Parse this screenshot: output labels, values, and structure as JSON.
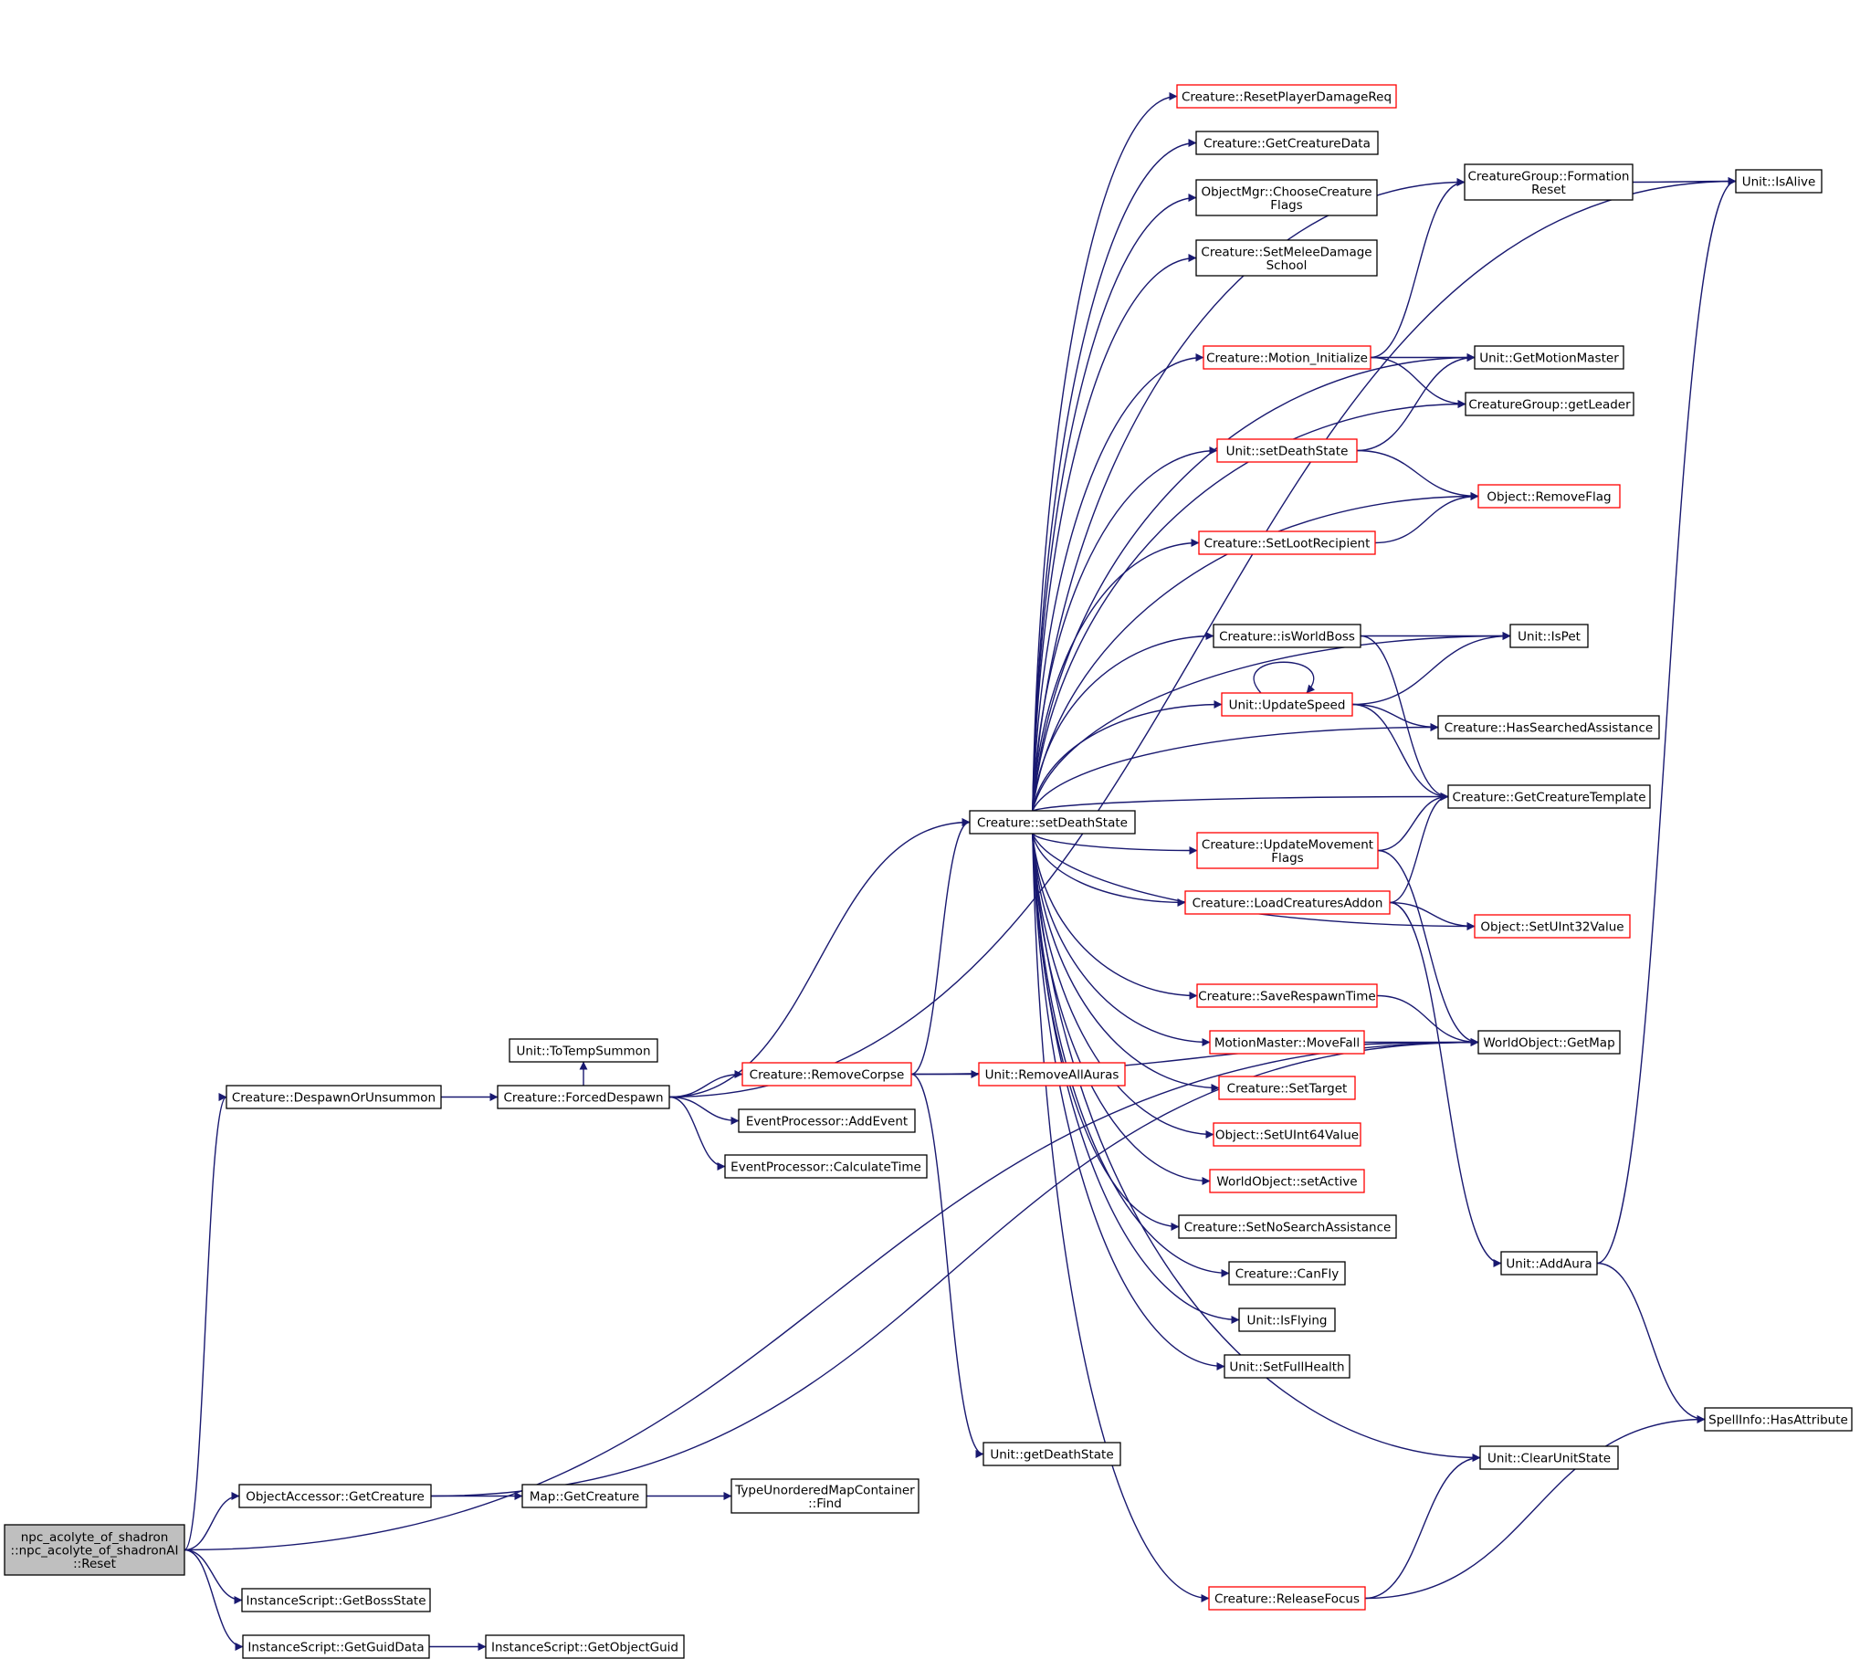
{
  "colors": {
    "edge": "#191970",
    "border": "#000000",
    "highlight": "#ff0000",
    "root_fill": "#bfbfbf"
  },
  "nodes": {
    "root": {
      "lines": [
        "npc_acolyte_of_shadron",
        "::npc_acolyte_of_shadronAI",
        "::Reset"
      ],
      "border": "root"
    },
    "despawn": {
      "lines": [
        "Creature::DespawnOrUnsummon"
      ],
      "border": "black"
    },
    "forced": {
      "lines": [
        "Creature::ForcedDespawn"
      ],
      "border": "black"
    },
    "totemp": {
      "lines": [
        "Unit::ToTempSummon"
      ],
      "border": "black"
    },
    "removecorpse": {
      "lines": [
        "Creature::RemoveCorpse"
      ],
      "border": "red"
    },
    "addevent": {
      "lines": [
        "EventProcessor::AddEvent"
      ],
      "border": "black"
    },
    "calctime": {
      "lines": [
        "EventProcessor::CalculateTime"
      ],
      "border": "black"
    },
    "removeallauras": {
      "lines": [
        "Unit::RemoveAllAuras"
      ],
      "border": "red"
    },
    "setdeathstate": {
      "lines": [
        "Creature::setDeathState"
      ],
      "border": "black"
    },
    "getdeathstate": {
      "lines": [
        "Unit::getDeathState"
      ],
      "border": "black"
    },
    "objaccessor": {
      "lines": [
        "ObjectAccessor::GetCreature"
      ],
      "border": "black"
    },
    "mapgetcreature": {
      "lines": [
        "Map::GetCreature"
      ],
      "border": "black"
    },
    "typefind": {
      "lines": [
        "TypeUnorderedMapContainer",
        "::Find"
      ],
      "border": "black"
    },
    "getbossstate": {
      "lines": [
        "InstanceScript::GetBossState"
      ],
      "border": "black"
    },
    "getguiddata": {
      "lines": [
        "InstanceScript::GetGuidData"
      ],
      "border": "black"
    },
    "getobjectguid": {
      "lines": [
        "InstanceScript::GetObjectGuid"
      ],
      "border": "black"
    },
    "resetplayer": {
      "lines": [
        "Creature::ResetPlayerDamageReq"
      ],
      "border": "red"
    },
    "getcreaturedata": {
      "lines": [
        "Creature::GetCreatureData"
      ],
      "border": "black"
    },
    "choosecreature": {
      "lines": [
        "ObjectMgr::ChooseCreature",
        "Flags"
      ],
      "border": "black"
    },
    "setmelee": {
      "lines": [
        "Creature::SetMeleeDamage",
        "School"
      ],
      "border": "black"
    },
    "motioninit": {
      "lines": [
        "Creature::Motion_Initialize"
      ],
      "border": "red"
    },
    "unitsetdeath": {
      "lines": [
        "Unit::setDeathState"
      ],
      "border": "red"
    },
    "setloot": {
      "lines": [
        "Creature::SetLootRecipient"
      ],
      "border": "red"
    },
    "isworldboss": {
      "lines": [
        "Creature::isWorldBoss"
      ],
      "border": "black"
    },
    "updatespeed": {
      "lines": [
        "Unit::UpdateSpeed"
      ],
      "border": "red"
    },
    "updatemove": {
      "lines": [
        "Creature::UpdateMovement",
        "Flags"
      ],
      "border": "red"
    },
    "loadaddon": {
      "lines": [
        "Creature::LoadCreaturesAddon"
      ],
      "border": "red"
    },
    "saverespawn": {
      "lines": [
        "Creature::SaveRespawnTime"
      ],
      "border": "red"
    },
    "movefall": {
      "lines": [
        "MotionMaster::MoveFall"
      ],
      "border": "red"
    },
    "settarget": {
      "lines": [
        "Creature::SetTarget"
      ],
      "border": "red"
    },
    "setuint64": {
      "lines": [
        "Object::SetUInt64Value"
      ],
      "border": "red"
    },
    "setactive": {
      "lines": [
        "WorldObject::setActive"
      ],
      "border": "red"
    },
    "setnosearch": {
      "lines": [
        "Creature::SetNoSearchAssistance"
      ],
      "border": "black"
    },
    "canfly": {
      "lines": [
        "Creature::CanFly"
      ],
      "border": "black"
    },
    "isflying": {
      "lines": [
        "Unit::IsFlying"
      ],
      "border": "black"
    },
    "setfullhealth": {
      "lines": [
        "Unit::SetFullHealth"
      ],
      "border": "black"
    },
    "releasefocus": {
      "lines": [
        "Creature::ReleaseFocus"
      ],
      "border": "red"
    },
    "formationreset": {
      "lines": [
        "CreatureGroup::Formation",
        "Reset"
      ],
      "border": "black"
    },
    "getmotionmaster": {
      "lines": [
        "Unit::GetMotionMaster"
      ],
      "border": "black"
    },
    "getleader": {
      "lines": [
        "CreatureGroup::getLeader"
      ],
      "border": "black"
    },
    "removeflag": {
      "lines": [
        "Object::RemoveFlag"
      ],
      "border": "red"
    },
    "ispet": {
      "lines": [
        "Unit::IsPet"
      ],
      "border": "black"
    },
    "hassearched": {
      "lines": [
        "Creature::HasSearchedAssistance"
      ],
      "border": "black"
    },
    "getcreaturetemplate": {
      "lines": [
        "Creature::GetCreatureTemplate"
      ],
      "border": "black"
    },
    "setuint32": {
      "lines": [
        "Object::SetUInt32Value"
      ],
      "border": "red"
    },
    "getmap": {
      "lines": [
        "WorldObject::GetMap"
      ],
      "border": "black"
    },
    "addaura": {
      "lines": [
        "Unit::AddAura"
      ],
      "border": "black"
    },
    "clearunitstate": {
      "lines": [
        "Unit::ClearUnitState"
      ],
      "border": "black"
    },
    "isalive": {
      "lines": [
        "Unit::IsAlive"
      ],
      "border": "black"
    },
    "hasattribute": {
      "lines": [
        "SpellInfo::HasAttribute"
      ],
      "border": "black"
    }
  },
  "edges": [
    [
      "root",
      "despawn"
    ],
    [
      "root",
      "objaccessor"
    ],
    [
      "root",
      "getmap"
    ],
    [
      "root",
      "getbossstate"
    ],
    [
      "root",
      "getguiddata"
    ],
    [
      "despawn",
      "forced"
    ],
    [
      "forced",
      "totemp"
    ],
    [
      "forced",
      "removecorpse"
    ],
    [
      "forced",
      "addevent"
    ],
    [
      "forced",
      "calctime"
    ],
    [
      "forced",
      "isalive"
    ],
    [
      "forced",
      "setdeathstate"
    ],
    [
      "removecorpse",
      "removeallauras"
    ],
    [
      "removecorpse",
      "setdeathstate"
    ],
    [
      "removecorpse",
      "getdeathstate"
    ],
    [
      "removecorpse",
      "getmap"
    ],
    [
      "setdeathstate",
      "resetplayer"
    ],
    [
      "setdeathstate",
      "getcreaturedata"
    ],
    [
      "setdeathstate",
      "choosecreature"
    ],
    [
      "setdeathstate",
      "setmelee"
    ],
    [
      "setdeathstate",
      "motioninit"
    ],
    [
      "setdeathstate",
      "unitsetdeath"
    ],
    [
      "setdeathstate",
      "setloot"
    ],
    [
      "setdeathstate",
      "isworldboss"
    ],
    [
      "setdeathstate",
      "updatespeed"
    ],
    [
      "setdeathstate",
      "updatemove"
    ],
    [
      "setdeathstate",
      "loadaddon"
    ],
    [
      "setdeathstate",
      "saverespawn"
    ],
    [
      "setdeathstate",
      "movefall"
    ],
    [
      "setdeathstate",
      "settarget"
    ],
    [
      "setdeathstate",
      "setuint64"
    ],
    [
      "setdeathstate",
      "setactive"
    ],
    [
      "setdeathstate",
      "setnosearch"
    ],
    [
      "setdeathstate",
      "canfly"
    ],
    [
      "setdeathstate",
      "isflying"
    ],
    [
      "setdeathstate",
      "setfullhealth"
    ],
    [
      "setdeathstate",
      "releasefocus"
    ],
    [
      "setdeathstate",
      "formationreset"
    ],
    [
      "setdeathstate",
      "getmotionmaster"
    ],
    [
      "setdeathstate",
      "getleader"
    ],
    [
      "setdeathstate",
      "removeflag"
    ],
    [
      "setdeathstate",
      "ispet"
    ],
    [
      "setdeathstate",
      "hassearched"
    ],
    [
      "setdeathstate",
      "getcreaturetemplate"
    ],
    [
      "setdeathstate",
      "setuint32"
    ],
    [
      "setdeathstate",
      "clearunitstate"
    ],
    [
      "motioninit",
      "formationreset"
    ],
    [
      "motioninit",
      "getmotionmaster"
    ],
    [
      "motioninit",
      "getleader"
    ],
    [
      "unitsetdeath",
      "getmotionmaster"
    ],
    [
      "unitsetdeath",
      "removeflag"
    ],
    [
      "setloot",
      "removeflag"
    ],
    [
      "isworldboss",
      "ispet"
    ],
    [
      "isworldboss",
      "getcreaturetemplate"
    ],
    [
      "updatespeed",
      "updatespeed"
    ],
    [
      "updatespeed",
      "ispet"
    ],
    [
      "updatespeed",
      "hassearched"
    ],
    [
      "updatespeed",
      "getcreaturetemplate"
    ],
    [
      "updatemove",
      "getcreaturetemplate"
    ],
    [
      "updatemove",
      "getmap"
    ],
    [
      "loadaddon",
      "getcreaturetemplate"
    ],
    [
      "loadaddon",
      "setuint32"
    ],
    [
      "loadaddon",
      "addaura"
    ],
    [
      "saverespawn",
      "getmap"
    ],
    [
      "movefall",
      "getmap"
    ],
    [
      "formationreset",
      "isalive"
    ],
    [
      "addaura",
      "isalive"
    ],
    [
      "addaura",
      "hasattribute"
    ],
    [
      "releasefocus",
      "clearunitstate"
    ],
    [
      "releasefocus",
      "hasattribute"
    ],
    [
      "objaccessor",
      "mapgetcreature"
    ],
    [
      "objaccessor",
      "getmap"
    ],
    [
      "mapgetcreature",
      "typefind"
    ],
    [
      "getguiddata",
      "getobjectguid"
    ]
  ]
}
